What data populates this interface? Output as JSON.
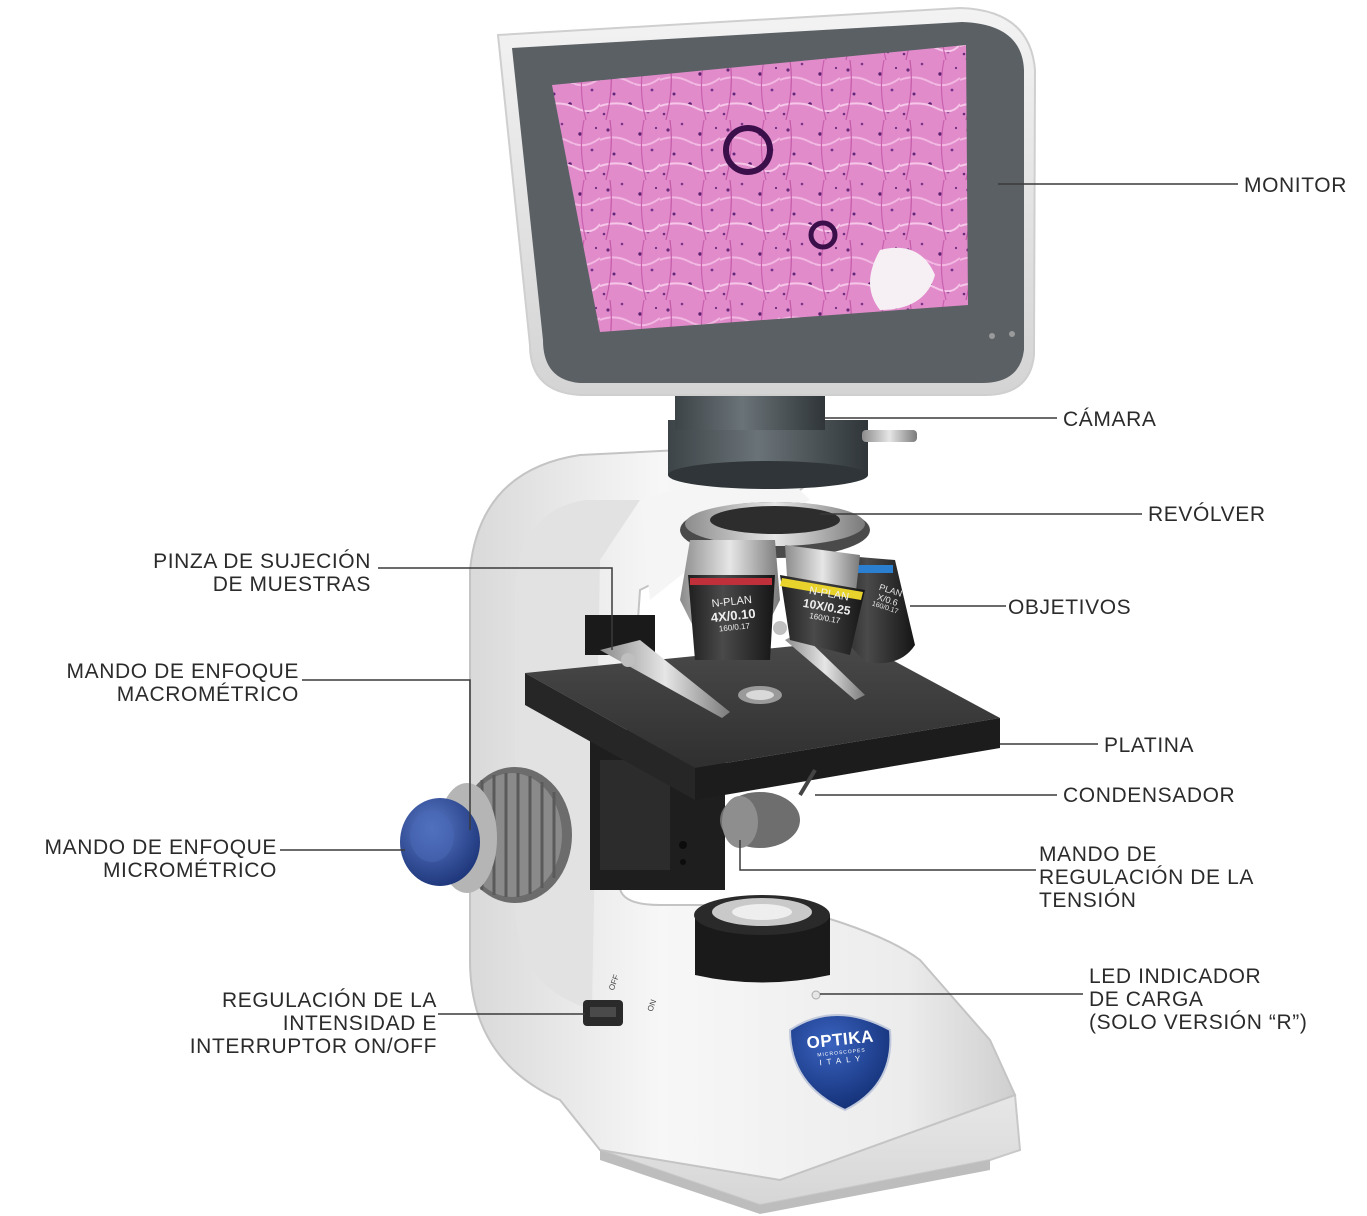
{
  "figure": {
    "labels": {
      "monitor": [
        "MONITOR"
      ],
      "camera": [
        "CÁMARA"
      ],
      "revolver": [
        "REVÓLVER"
      ],
      "objectives": [
        "OBJETIVOS"
      ],
      "stage": [
        "PLATINA"
      ],
      "condenser": [
        "CONDENSADOR"
      ],
      "tension_knob": [
        "MANDO DE",
        "REGULACIÓN DE LA",
        "TENSIÓN"
      ],
      "charge_led": [
        "LED INDICADOR",
        "DE CARGA",
        "(SOLO VERSIÓN “R”)"
      ],
      "specimen_clip": [
        "PINZA DE SUJECIÓN",
        "DE MUESTRAS"
      ],
      "coarse_focus": [
        "MANDO DE ENFOQUE",
        "MACROMÉTRICO"
      ],
      "fine_focus": [
        "MANDO DE ENFOQUE",
        "MICROMÉTRICO"
      ],
      "intensity_switch": [
        "REGULACIÓN DE LA",
        "INTENSIDAD E",
        "INTERRUPTOR ON/OFF"
      ]
    },
    "switch_marks": {
      "off": "OFF",
      "on": "ON"
    },
    "objective_4x": {
      "brand": "N-PLAN",
      "spec": "4X/0.10",
      "tube": "160/0.17"
    },
    "objective_10x": {
      "brand": "N-PLAN",
      "spec": "10X/0.25",
      "tube": "160/0.17"
    },
    "objective_side": {
      "brand": "PLAN",
      "spec": "X/0.6",
      "tube": "160/0.17"
    },
    "logo": {
      "brand": "OPTIKA",
      "sub": "MICROSCOPES",
      "country": "ITALY"
    },
    "colors": {
      "leader_line": "#3a3a3a",
      "body": "#f2f2f2",
      "tissue": "#d87cc0",
      "knob_blue": "#2f4f9a",
      "stage_plate": "#3c3c3c",
      "badge_blue": "#1f3f8f"
    }
  }
}
